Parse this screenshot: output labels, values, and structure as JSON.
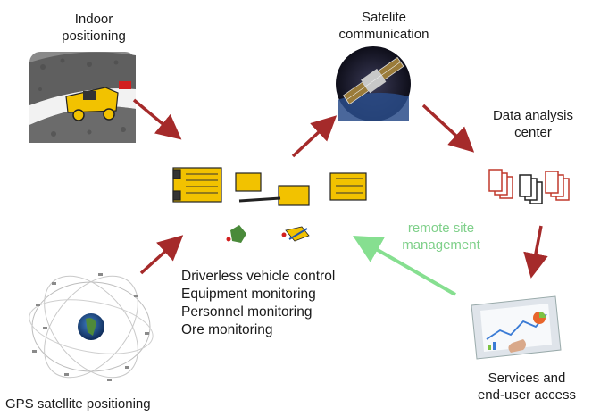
{
  "labels": {
    "indoor": [
      "Indoor",
      "positioning"
    ],
    "satellite": [
      "Satelite",
      "communication"
    ],
    "data_center": [
      "Data analysis",
      "center"
    ],
    "remote": [
      "remote site",
      "management"
    ],
    "services": [
      "Services and",
      "end-user access"
    ],
    "gps": "GPS satellite positioning"
  },
  "functions": [
    "Driverless vehicle control",
    "Equipment monitoring",
    "Personnel monitoring",
    "Ore monitoring"
  ],
  "colors": {
    "arrow_red": "#a52a2a",
    "arrow_green": "#86df90",
    "vehicle_yellow": "#f2c200",
    "server_red": "#c0392b"
  },
  "icons": [
    "mine-tunnel-icon",
    "dump-truck-icon",
    "satellite-icon",
    "server-rack-icon",
    "vehicle-fleet-icon",
    "dashboard-tablet-icon",
    "gps-globe-icon"
  ]
}
